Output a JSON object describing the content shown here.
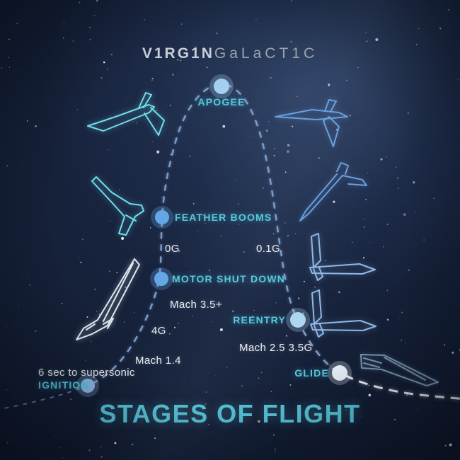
{
  "logo": {
    "part1": "V1RG1N",
    "part2": "GaLaCT1C"
  },
  "title": "STAGES OF FLIGHT",
  "stages": [
    {
      "id": "apogee",
      "label": "APOGEE"
    },
    {
      "id": "feather-booms",
      "label": "FEATHER BOOMS"
    },
    {
      "id": "motor-shut-down",
      "label": "MOTOR SHUT DOWN"
    },
    {
      "id": "reentry",
      "label": "REENTRY"
    },
    {
      "id": "glide",
      "label": "GLIDE"
    },
    {
      "id": "ignition",
      "label": "IGNITION"
    }
  ],
  "annotations": [
    {
      "id": "g-zero",
      "text": "0G"
    },
    {
      "id": "g-point-one",
      "text": "0.1G"
    },
    {
      "id": "mach-3-5-plus",
      "text": "Mach 3.5+"
    },
    {
      "id": "g-four",
      "text": "4G"
    },
    {
      "id": "mach-1-4",
      "text": "Mach 1.4"
    },
    {
      "id": "mach-2-5",
      "text": "Mach 2.5 3.5G"
    },
    {
      "id": "supersonic",
      "text": "6 sec to supersonic"
    }
  ],
  "colors": {
    "accent_cyan": "#56c8dd",
    "curve_blue": "#7e9fcb",
    "curve_white": "#eef3f8",
    "dot_blue": "#64a7e6",
    "dot_light_blue": "#aed5f2",
    "dot_white": "#eaf3fb",
    "background_navy": "#121c32"
  }
}
